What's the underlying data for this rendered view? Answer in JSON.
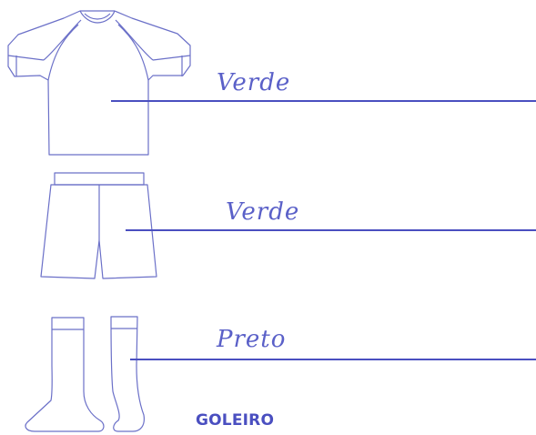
{
  "page": {
    "title": "GOLEIRO"
  },
  "answers": {
    "shirt": "Verde",
    "shorts": "Verde",
    "socks": "Preto"
  },
  "colors": {
    "ink": "#4a4fc0",
    "line": "#4a4fc0",
    "outline": "#6b70c8",
    "handwriting": "#5a60c8"
  },
  "items": [
    "shirt-drawing",
    "shorts-drawing",
    "socks-drawing"
  ]
}
